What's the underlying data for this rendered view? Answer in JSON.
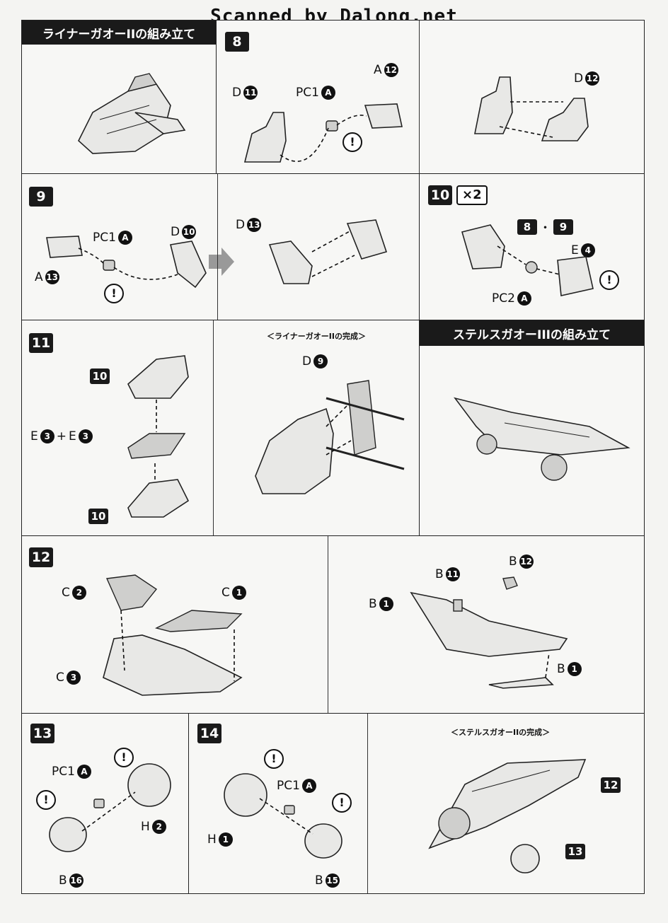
{
  "watermark": "Scanned by Dalong.net",
  "sections": {
    "liner_assembly": "ライナーガオーIIの組み立て",
    "stealth_assembly": "ステルスガオーIIIの組み立て",
    "liner_complete": "＜ライナーガオーIIの完成＞",
    "stealth_complete": "＜ステルスガオーIIの完成＞"
  },
  "steps": {
    "s8": "8",
    "s9": "9",
    "s10": "10",
    "s10_mult": "×2",
    "s11": "11",
    "s12": "12",
    "s13": "13",
    "s14": "14"
  },
  "warn_symbol": "!",
  "labels": {
    "p8_d": "D",
    "p8_d_n": "11",
    "p8_pc": "PC1",
    "p8_pc_n": "A",
    "p8_a": "A",
    "p8_a_n": "12",
    "p8r_d": "D",
    "p8r_d_n": "12",
    "p9_pc": "PC1",
    "p9_pc_n": "A",
    "p9_d": "D",
    "p9_d_n": "10",
    "p9_a": "A",
    "p9_a_n": "13",
    "p9r_d": "D",
    "p9r_d_n": "13",
    "p10_ref_a": "8",
    "p10_ref_sep": "・",
    "p10_ref_b": "9",
    "p10_e": "E",
    "p10_e_n": "4",
    "p10_pc": "PC2",
    "p10_pc_n": "A",
    "p11_top": "10",
    "p11_bottom": "10",
    "p11_e1": "E",
    "p11_e1_n": "3",
    "p11_plus": "+",
    "p11_e2": "E",
    "p11_e2_n": "3",
    "p11r_d": "D",
    "p11r_d_n": "9",
    "p12_c2": "C",
    "p12_c2_n": "2",
    "p12_c1": "C",
    "p12_c1_n": "1",
    "p12_c3": "C",
    "p12_c3_n": "3",
    "p12r_b11": "B",
    "p12r_b11_n": "11",
    "p12r_b12": "B",
    "p12r_b12_n": "12",
    "p12r_b1a": "B",
    "p12r_b1a_n": "1",
    "p12r_b1b": "B",
    "p12r_b1b_n": "1",
    "p13_pc": "PC1",
    "p13_pc_n": "A",
    "p13_h": "H",
    "p13_h_n": "2",
    "p13_b": "B",
    "p13_b_n": "16",
    "p14_pc": "PC1",
    "p14_pc_n": "A",
    "p14_h": "H",
    "p14_h_n": "1",
    "p14_b": "B",
    "p14_b_n": "15",
    "final_12": "12",
    "final_13": "13"
  }
}
